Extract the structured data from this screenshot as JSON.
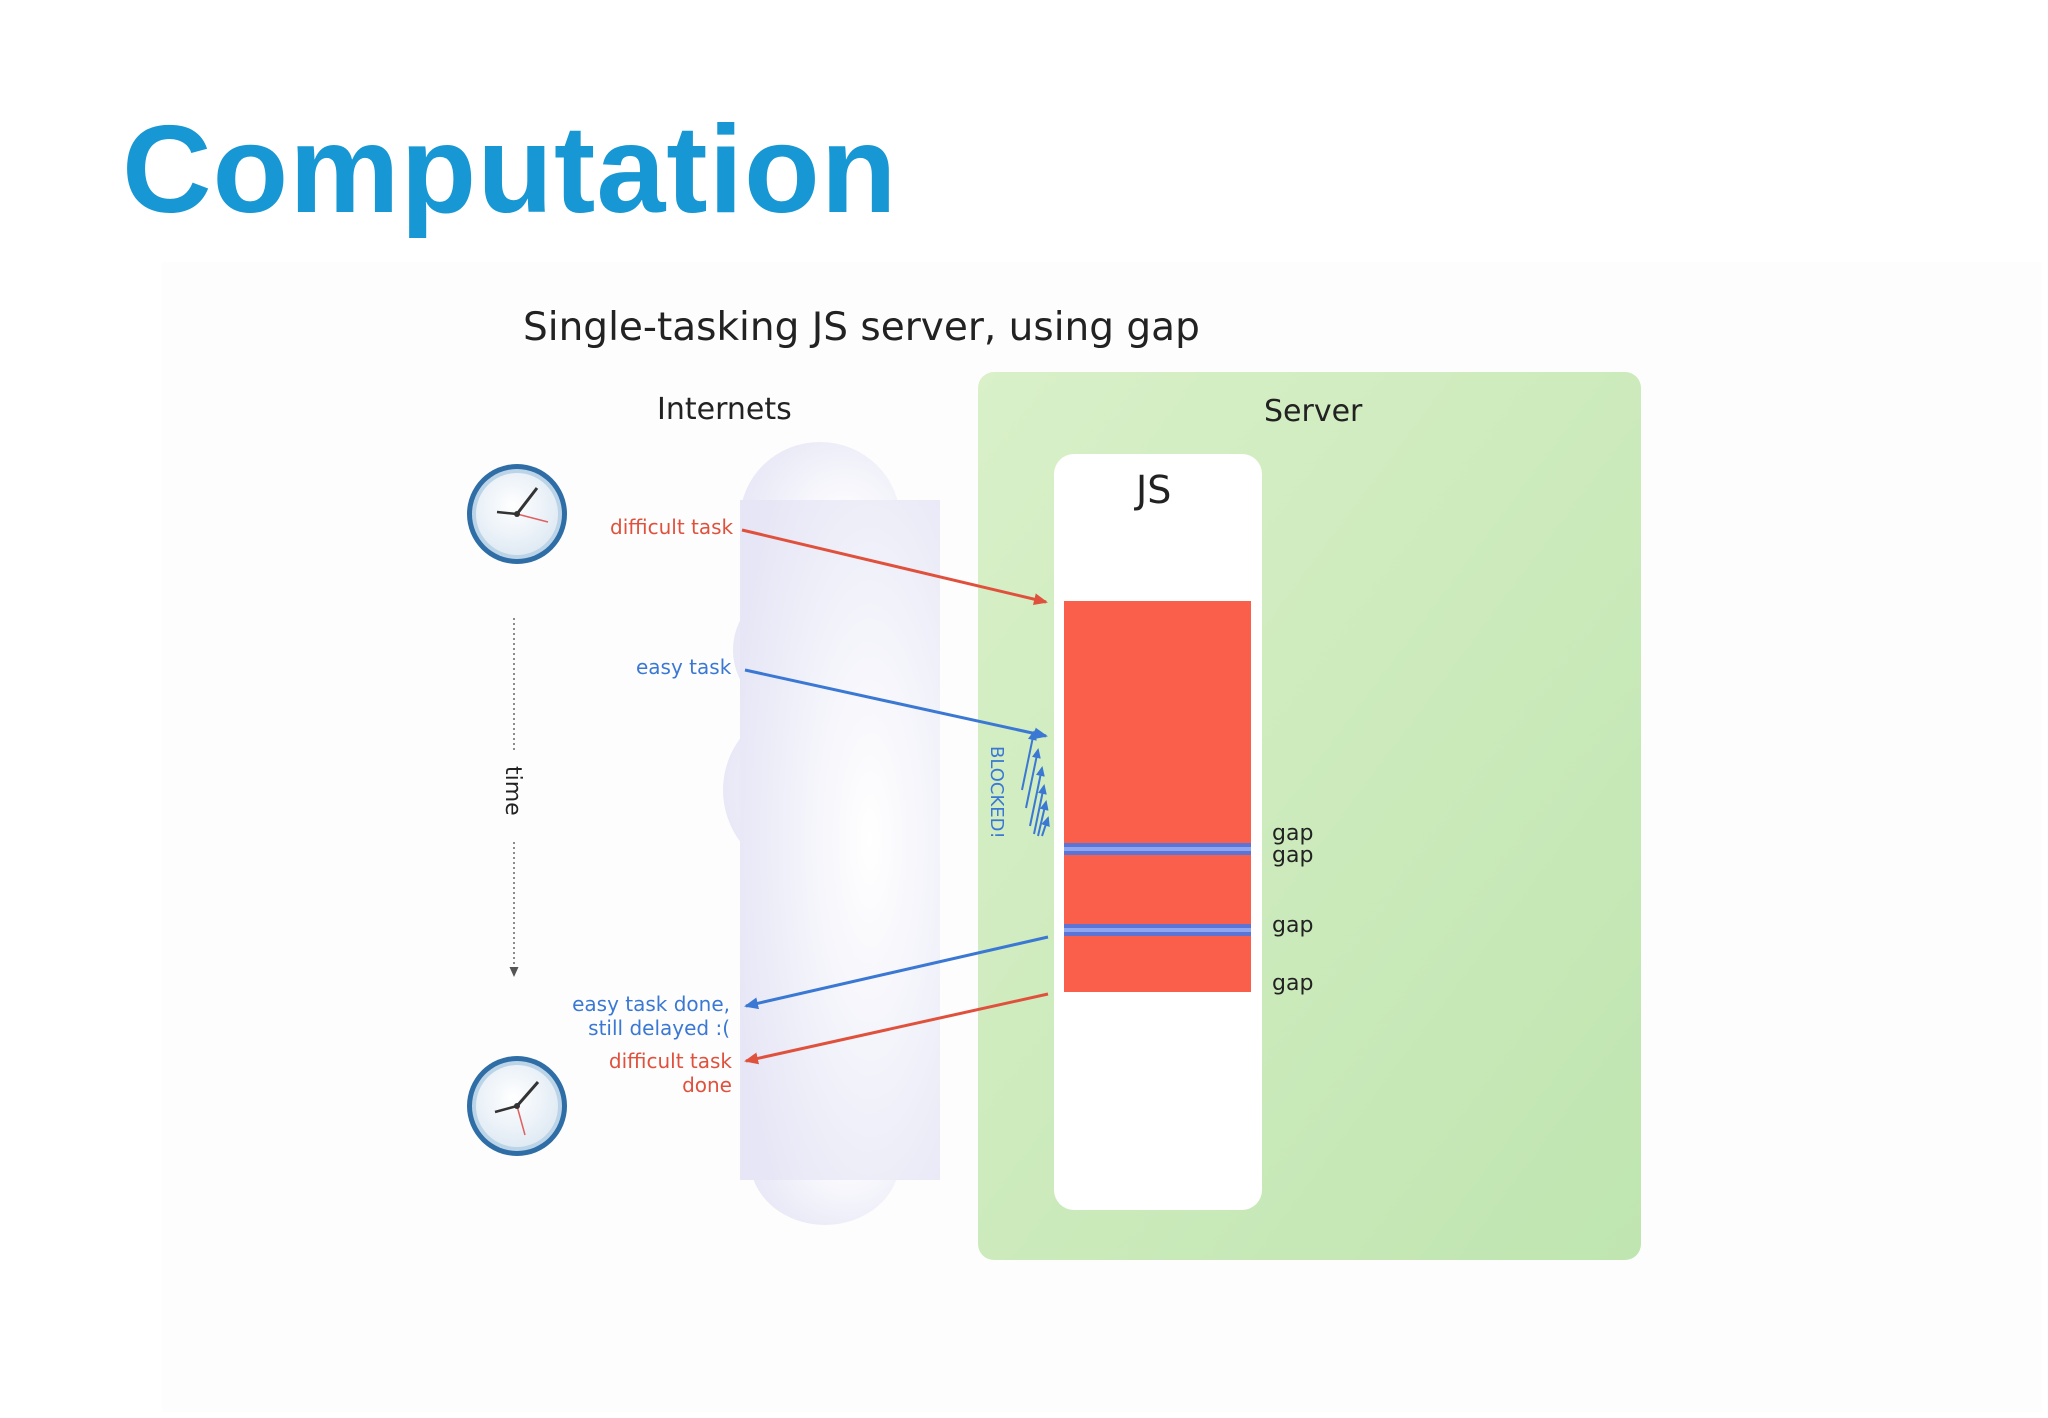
{
  "slide": {
    "title": "Computation"
  },
  "diagram": {
    "title": "Single-tasking JS server, using gap",
    "internets_label": "Internets",
    "server_label": "Server",
    "js_label": "JS",
    "time_label": "time",
    "difficult_task_label": "difficult task",
    "easy_task_label": "easy task",
    "blocked_label": "BLOCKED!",
    "easy_done_line1": "easy task done,",
    "easy_done_line2": "still delayed :(",
    "difficult_done_line1": "difficult task",
    "difficult_done_line2": "done",
    "gap_labels": [
      "gap",
      "gap",
      "gap",
      "gap"
    ],
    "colors": {
      "title": "#1797d3",
      "task_red": "#fa5f4c",
      "task_blue": "#3a78d4",
      "server_green": "#cdebb8",
      "cloud": "#eeeefa"
    }
  }
}
